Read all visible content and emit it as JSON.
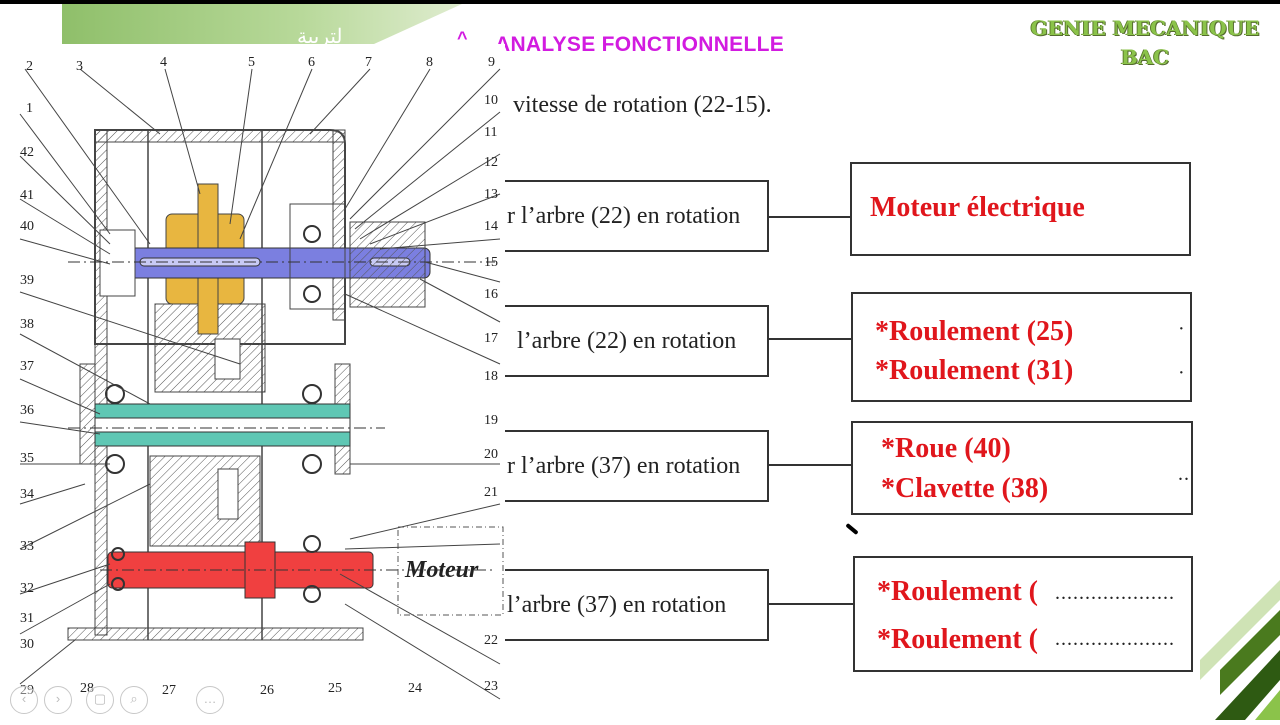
{
  "header": {
    "caret": "^",
    "title": "ANALYSE FONCTIONNELLE",
    "brand_line1": "GENIE MECANIQUE",
    "brand_line2": "BAC",
    "logo_text": "ﻟﺘﺮﺑﻴﺔ"
  },
  "subtitle": "vitesse de rotation (22-15).",
  "left_boxes": [
    "r l’arbre (22) en rotation",
    "l’arbre (22) en rotation",
    "r l’arbre (37) en rotation",
    "l’arbre (37) en rotation"
  ],
  "right_boxes": {
    "box1": "Moteur électrique",
    "box2_line1": "*Roulement (25)",
    "box2_line2": "*Roulement (31)",
    "box2_mark1": "·",
    "box2_mark2": "·",
    "box3_line1": "*Roue (40)",
    "box3_line2": "*Clavette (38)",
    "box3_mark": "..",
    "box4_line1": "*Roulement (",
    "box4_line2": "*Roulement (",
    "box4_dots": "...................."
  },
  "drawing": {
    "moteur_label": "Moteur",
    "labels_left": [
      "2",
      "1",
      "42",
      "41",
      "40",
      "39",
      "38",
      "37",
      "36",
      "35",
      "34",
      "33",
      "32",
      "31",
      "30",
      "29"
    ],
    "labels_top": [
      "3",
      "4",
      "5",
      "6",
      "7",
      "8"
    ],
    "labels_right": [
      "9",
      "10",
      "11",
      "12",
      "13",
      "14",
      "15",
      "16",
      "17",
      "18",
      "19",
      "20",
      "21",
      "22",
      "23"
    ],
    "labels_bottom": [
      "28",
      "27",
      "26",
      "25",
      "24"
    ]
  },
  "player_controls": [
    "back-icon",
    "forward-icon",
    "copy-icon",
    "search-icon",
    "more-icon"
  ],
  "colors": {
    "accent_title": "#d21be0",
    "answer_red": "#e0161c",
    "brand_green": "#8bc34a",
    "shaft_blue": "#7b7fe0",
    "gear_yellow": "#e8b640",
    "shaft_teal": "#5fc7b4",
    "shaft_red": "#f04040"
  }
}
